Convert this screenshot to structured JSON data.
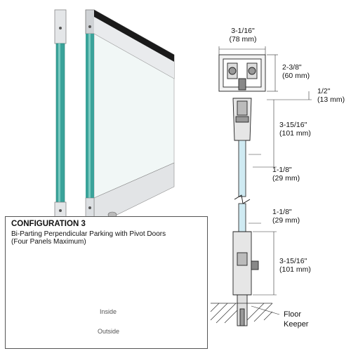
{
  "dimensions": {
    "width_total": "3-1/16\"",
    "width_total_mm": "(78 mm)",
    "rail_height": "2-3/8\"",
    "rail_height_mm": "(60 mm)",
    "gap": "1/2\"",
    "gap_mm": "(13 mm)",
    "top_clamp": "3-15/16\"",
    "top_clamp_mm": "(101 mm)",
    "glass_top": "1-1/8\"",
    "glass_top_mm": "(29 mm)",
    "glass_bottom": "1-1/8\"",
    "glass_bottom_mm": "(29 mm)",
    "bottom_clamp": "3-15/16\"",
    "bottom_clamp_mm": "(101 mm)",
    "floor_keeper_line1": "Floor",
    "floor_keeper_line2": "Keeper"
  },
  "configuration": {
    "title": "CONFIGURATION 3",
    "line1": "Bi-Parting Perpendicular Parking with Pivot Doors",
    "line2": "(Four Panels Maximum)",
    "inside_label": "Inside",
    "outside_label": "Outside"
  },
  "colors": {
    "glass_edge": "#3aa39a",
    "glass_face": "#e8f2f0",
    "aluminum": "#d4d6d8",
    "blue_panel": "#3a8ed0",
    "red_panel": "#c0392b"
  }
}
